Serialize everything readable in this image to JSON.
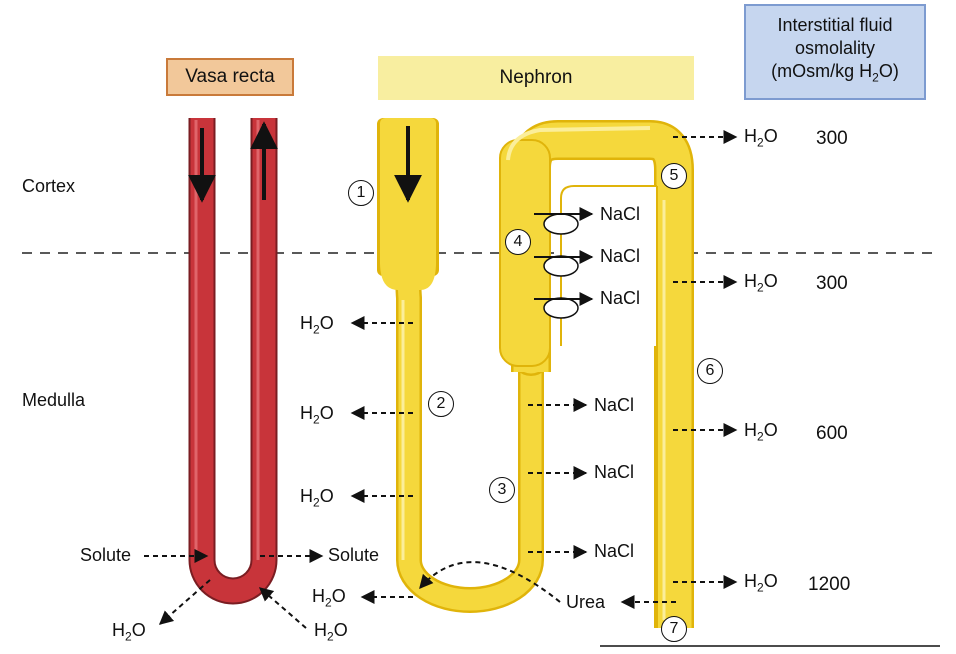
{
  "labels": {
    "vasa_recta": "Vasa recta",
    "nephron": "Nephron",
    "osmolality_line1": "Interstitial fluid",
    "osmolality_line2": "osmolality",
    "osmolality_line3_pre": "(mOsm/kg H",
    "osmolality_line3_sub": "2",
    "osmolality_line3_post": "O)",
    "cortex": "Cortex",
    "medulla": "Medulla"
  },
  "osmolality_values": [
    "300",
    "300",
    "600",
    "1200"
  ],
  "steps": [
    "1",
    "2",
    "3",
    "4",
    "5",
    "6",
    "7"
  ],
  "substances": {
    "h2o_main": "H",
    "h2o_sub": "2",
    "h2o_post": "O",
    "nacl": "NaCl",
    "solute": "Solute",
    "urea": "Urea"
  },
  "colors": {
    "vasa_recta_fill": "#c8343a",
    "vasa_recta_border": "#7a1d22",
    "nephron_fill": "#f5d83c",
    "nephron_edge": "#e0b40a",
    "nephron_highlight": "#fbee9a"
  }
}
